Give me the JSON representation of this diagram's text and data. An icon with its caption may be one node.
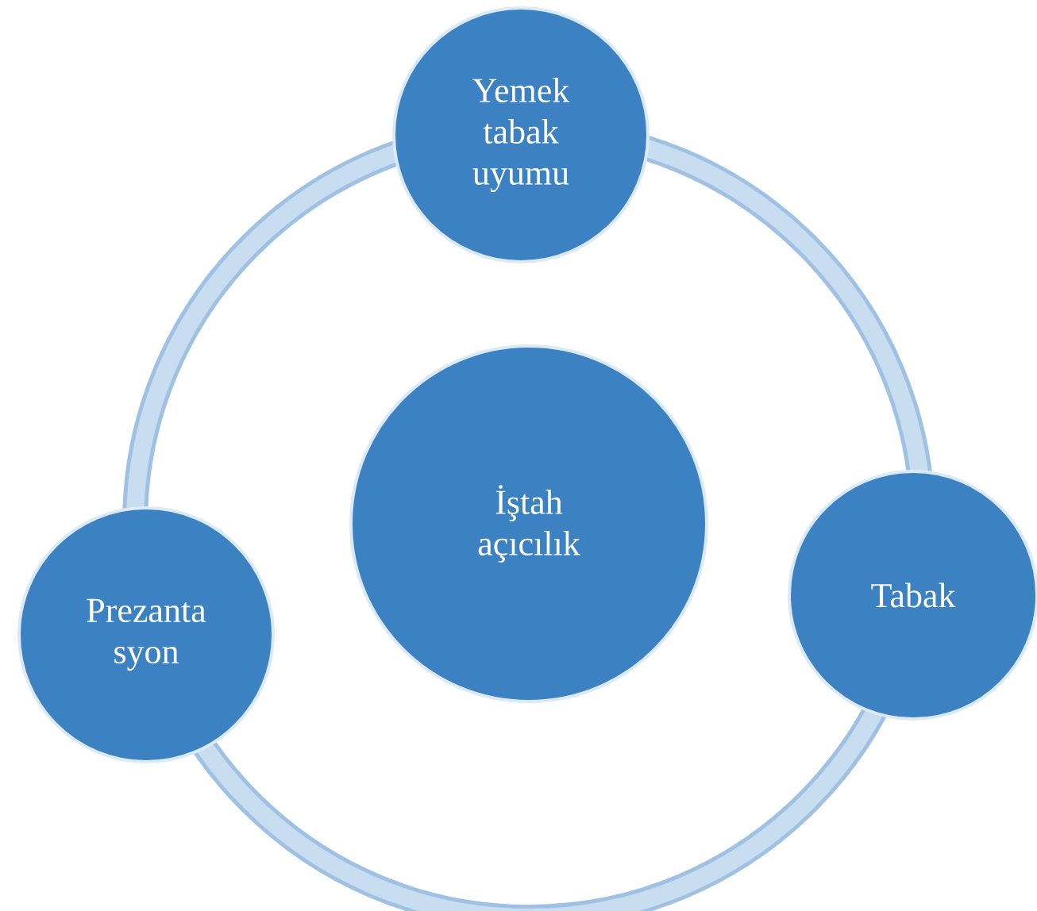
{
  "diagram": {
    "nodes": [
      {
        "text": [
          "Yemek tabak uyumu"
        ]
      },
      {
        "text": [
          "İştah açıcılık"
        ]
      },
      {
        "text": [
          "Tabak"
        ]
      },
      {
        "text": [
          "Prezanta syon"
        ]
      }
    ]
  }
}
